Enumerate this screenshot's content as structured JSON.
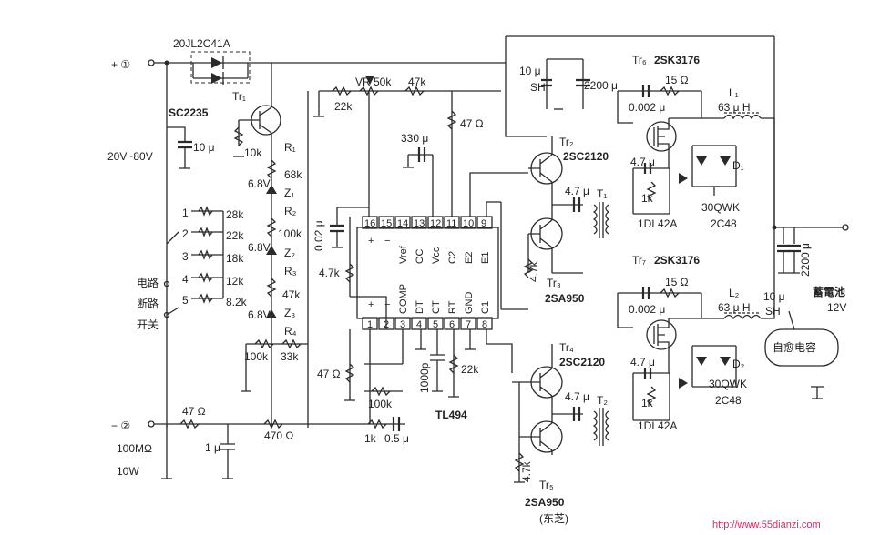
{
  "input": {
    "plus_terminal": "+ ①",
    "minus_terminal": "− ②",
    "voltage_range": "20V~80V"
  },
  "diode_pair": "20JL2C41A",
  "tr1": {
    "name": "Tr₁",
    "part": "SC2235"
  },
  "caps": {
    "c_10u_in": "10 μ",
    "c_002u": "0.02 μ",
    "c_330u": "330 μ",
    "c_10u_sh_top": "10 μ",
    "sh_top": "SH",
    "c_2200u_top": "2200 μ",
    "c_1000p": "1000p",
    "c_05u": "0.5 μ",
    "c_1u": "1 μ",
    "c_2200u_out": "2200 μ",
    "c_10u_out": "10 μ",
    "sh_out": "SH",
    "c_0002u_1": "0.002 μ",
    "c_0002u_2": "0.002 μ",
    "c_47u_a": "4.7 μ",
    "c_47u_b": "4.7 μ",
    "c_47u_c": "4.7 μ",
    "c_47u_d": "4.7 μ"
  },
  "resistors": {
    "r_10k": "10k",
    "r_28k": "28k",
    "r_22k_sel": "22k",
    "r_18k": "18k",
    "r_12k": "12k",
    "r_82k": "8.2k",
    "r1_name": "R₁",
    "r1_val": "68k",
    "r2_name": "R₂",
    "r2_val": "100k",
    "r3_name": "R₃",
    "r3_val": "47k",
    "r4_name": "R₄",
    "r4_val": "33k",
    "r_100k_b": "100k",
    "vr": "VR 50k",
    "r_22k_vr": "22k",
    "r_47k_top": "47k",
    "r_47ohm_top": "47 Ω",
    "r_47k_mid": "4.7k",
    "r_47ohm_b": "47 Ω",
    "r_100k_fb": "100k",
    "r_1k_fb": "1k",
    "r_22k_rt": "22k",
    "r_47ohm_in": "47 Ω",
    "r_470ohm": "470 Ω",
    "r_100mohm": "100MΩ",
    "r_10w": "10W",
    "r_47k_tr3": "4.7k",
    "r_47k_tr5": "4.7k",
    "r_15ohm_1": "15 Ω",
    "r_15ohm_2": "15 Ω",
    "r_1k_a": "1k",
    "r_1k_b": "1k"
  },
  "zeners": {
    "z1": "Z₁",
    "z2": "Z₂",
    "z3": "Z₃",
    "v1": "6.8V",
    "v2": "6.8V",
    "v3": "6.8V"
  },
  "switch": {
    "positions": [
      "1",
      "2",
      "3",
      "4",
      "5"
    ],
    "label_lines": [
      "电路",
      "断路",
      "开关"
    ]
  },
  "ic": {
    "part": "TL494",
    "top_pins": [
      "16",
      "15",
      "14",
      "13",
      "12",
      "11",
      "10",
      "9"
    ],
    "bottom_pins": [
      "1",
      "2",
      "3",
      "4",
      "5",
      "6",
      "7",
      "8"
    ],
    "top_funcs": [
      "+",
      "−",
      "Vref",
      "OC",
      "Vcc",
      "C2",
      "E2",
      "E1"
    ],
    "bottom_funcs": [
      "+",
      "−",
      "COMP",
      "DT",
      "CT",
      "RT",
      "GND",
      "C1"
    ]
  },
  "transistors": {
    "tr2_name": "Tr₂",
    "tr2_part": "2SC2120",
    "tr3_name": "Tr₃",
    "tr3_part": "2SA950",
    "tr4_name": "Tr₄",
    "tr4_part": "2SC2120",
    "tr5_name": "Tr₅",
    "tr5_part": "2SA950",
    "tr5_maker": "(东芝)",
    "tr6_name": "Tr₆",
    "tr6_part": "2SK3176",
    "tr7_name": "Tr₇",
    "tr7_part": "2SK3176"
  },
  "transformers": {
    "t1": "T₁",
    "t2": "T₂"
  },
  "diodes": {
    "d1": "D₁",
    "d2": "D₂",
    "d_part1": "30QWK",
    "d_part1b": "2C48",
    "d_part2": "30QWK",
    "d_part2b": "2C48",
    "dl1": "1DL42A",
    "dl2": "1DL42A"
  },
  "inductors": {
    "l1_name": "L₁",
    "l1_val": "63 μ H",
    "l2_name": "L₂",
    "l2_val": "63 μ H"
  },
  "battery": {
    "name": "蓄電池",
    "voltage": "12V"
  },
  "callout": "自愈电容",
  "watermark": "http://www.55dianzi.com"
}
